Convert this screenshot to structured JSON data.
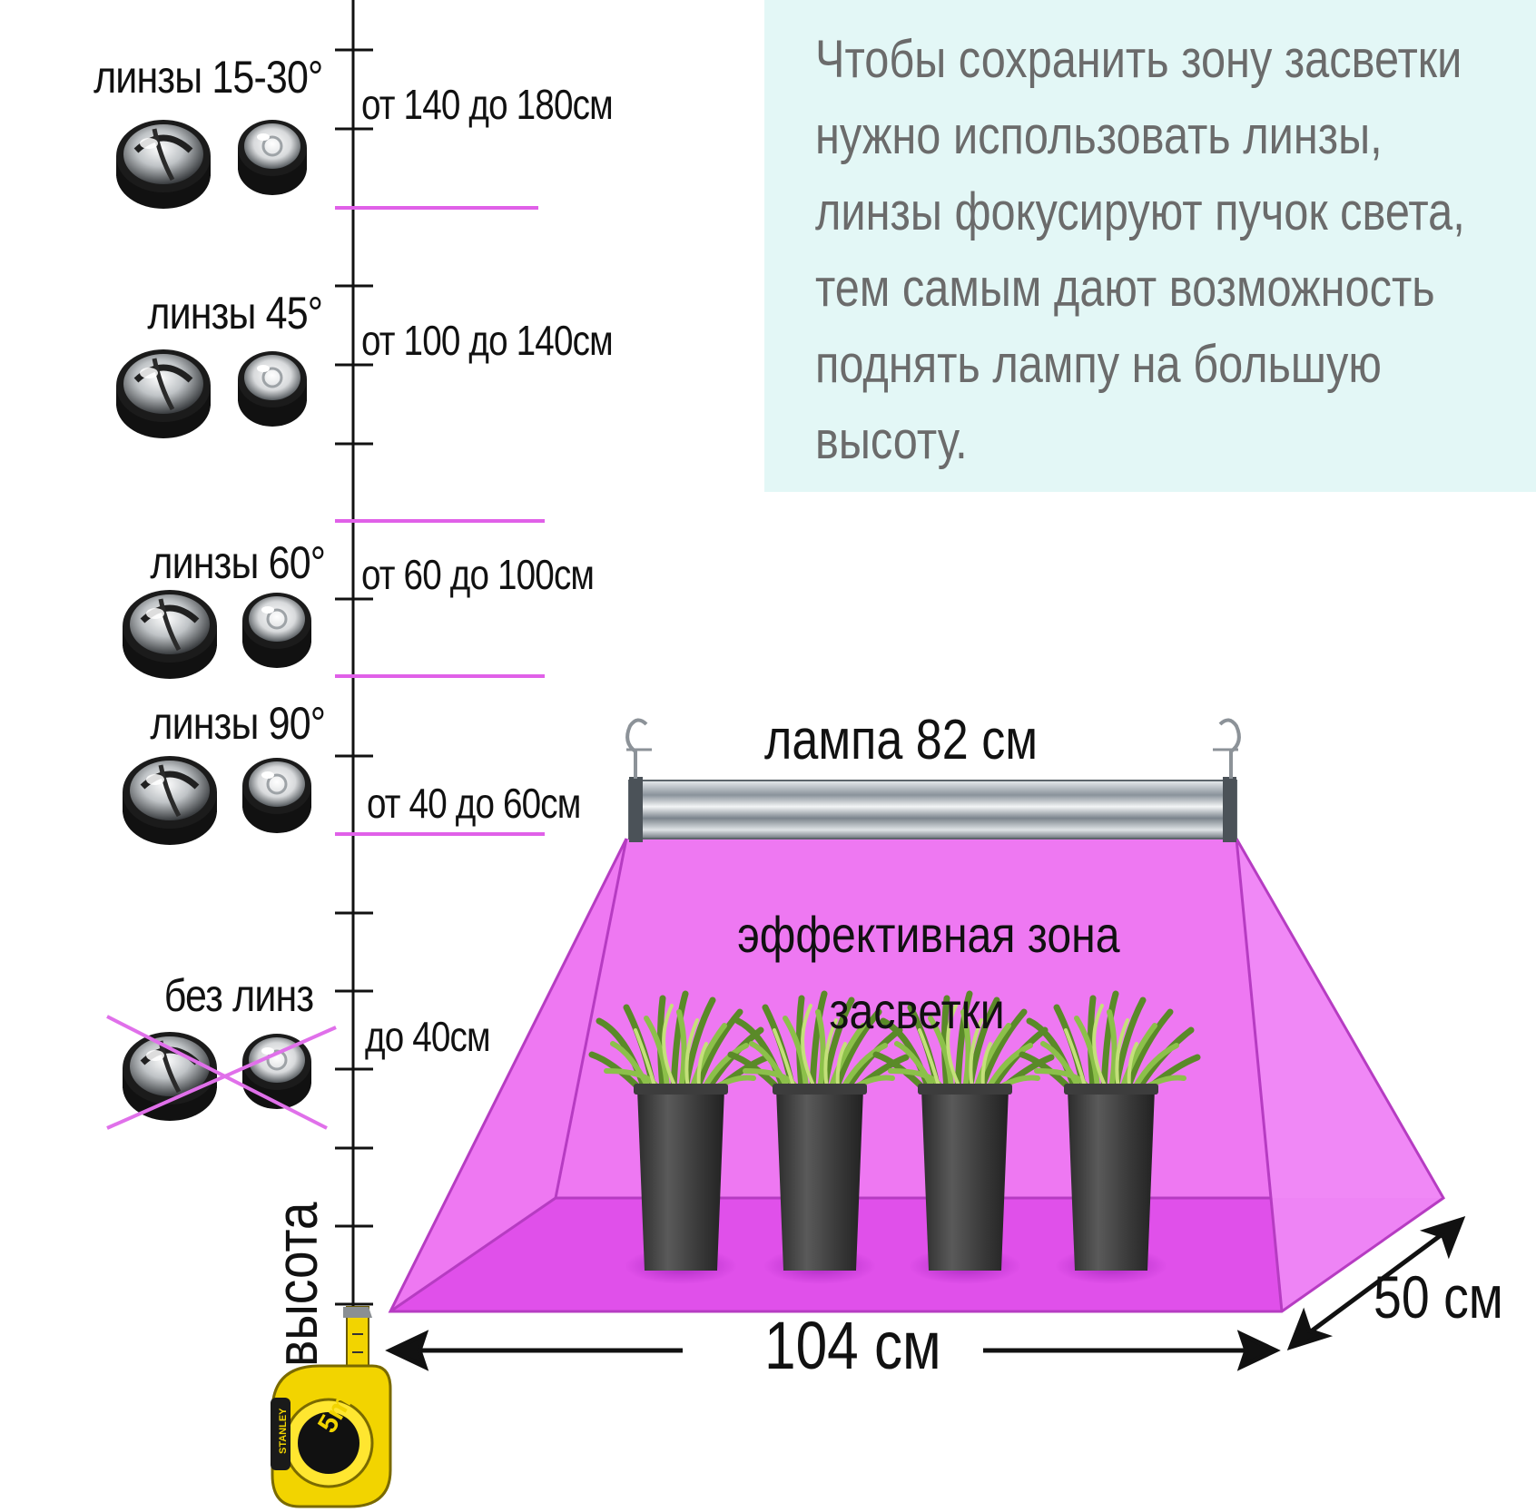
{
  "info_text": [
    "Чтобы сохранить зону засветки",
    "нужно использовать линзы,",
    "линзы фокусируют пучок света,",
    "тем самым дают возможность",
    "поднять лампу на большую",
    "высоту."
  ],
  "lens_levels": [
    {
      "title": "линзы 15-30°",
      "range": "от 140 до 180см"
    },
    {
      "title": "линзы 45°",
      "range": "от 100 до 140см"
    },
    {
      "title": "линзы 60°",
      "range": "от 60 до 100см"
    },
    {
      "title": "линзы 90°",
      "range": "от 40 до 60см"
    },
    {
      "title": "без линз",
      "range": "до 40см",
      "crossed_out": true
    }
  ],
  "lamp_label": "лампа 82 см",
  "zone_label": [
    "эффективная зона",
    "засветки"
  ],
  "width_label": "104 см",
  "depth_label": "50 см",
  "height_label": "высота",
  "tape_label": "5m",
  "tape_brand": "STANLEY",
  "colors": {
    "light_zone": "#ee78f2",
    "light_floor": "#e050ea",
    "separator": "#e060e8",
    "info_bg": "#e3f7f6",
    "info_text": "#6b6b6b",
    "tape_body": "#f2d400"
  }
}
